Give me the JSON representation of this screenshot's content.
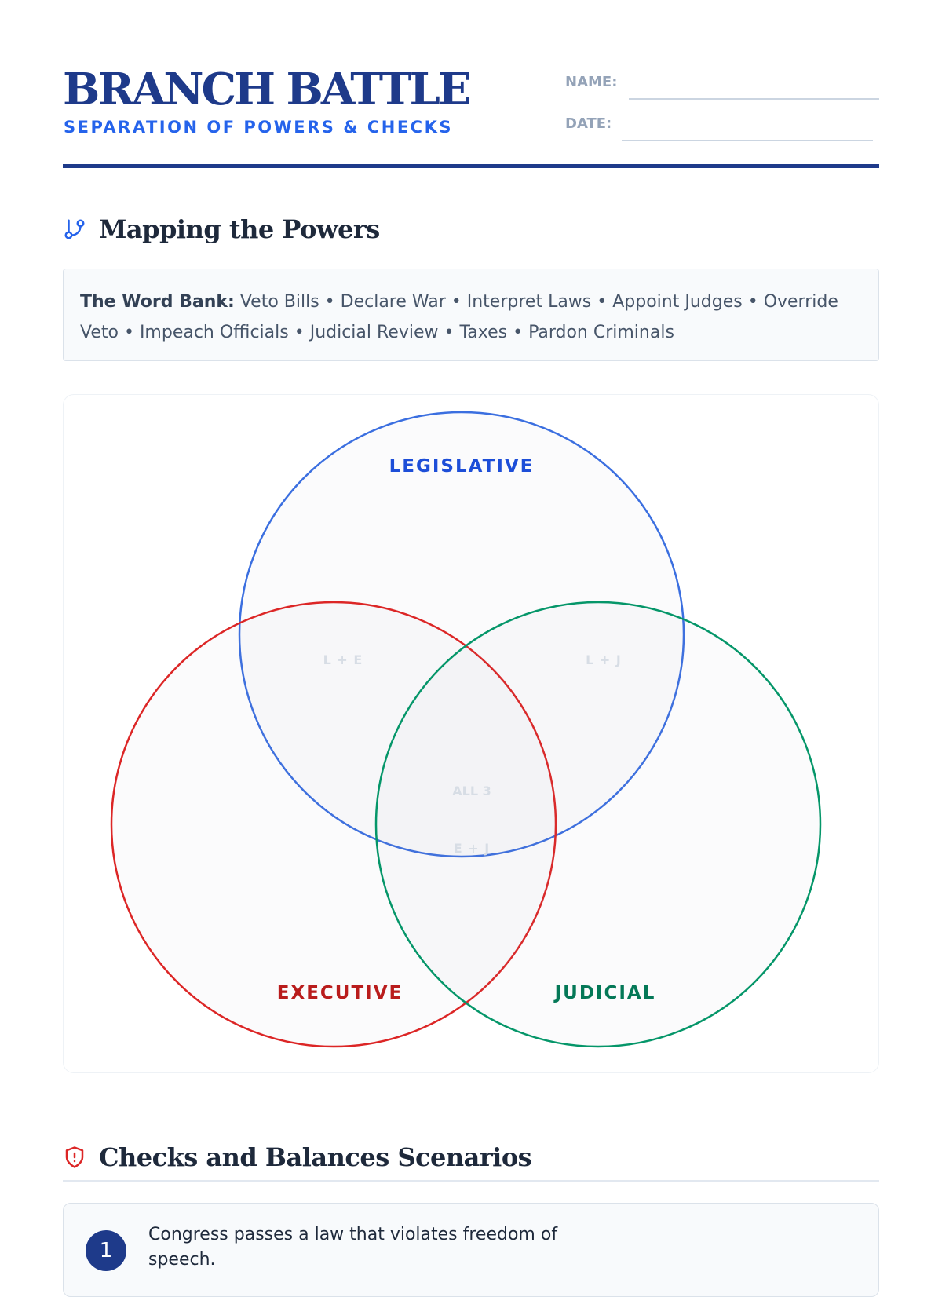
{
  "header": {
    "title": "BRANCH BATTLE",
    "subtitle": "SEPARATION OF POWERS & CHECKS",
    "name_label": "NAME:",
    "date_label": "DATE:"
  },
  "mapping": {
    "heading": "Mapping the Powers",
    "icon": "branch-icon",
    "word_bank_label": "The Word Bank:",
    "word_bank_items": [
      "Veto Bills",
      "Declare War",
      "Interpret Laws",
      "Appoint Judges",
      "Override Veto",
      "Impeach Officials",
      "Judicial Review",
      "Taxes",
      "Pardon Criminals"
    ],
    "word_bank_separator": " • "
  },
  "venn": {
    "legislative_label": "LEGISLATIVE",
    "executive_label": "EXECUTIVE",
    "judicial_label": "JUDICIAL",
    "le_label": "L + E",
    "lj_label": "L + J",
    "ej_label": "E + J",
    "all_label": "ALL 3",
    "colors": {
      "legislative": "#3b6fe0",
      "executive": "#dc2626",
      "judicial": "#059669",
      "legislative_text": "#1d4ed8",
      "executive_text": "#b91c1c",
      "judicial_text": "#047857"
    }
  },
  "checks": {
    "heading": "Checks and Balances Scenarios",
    "icon": "shield-alert-icon",
    "scenarios": [
      {
        "number": "1",
        "text": "Congress passes a law that violates freedom of speech."
      }
    ]
  }
}
